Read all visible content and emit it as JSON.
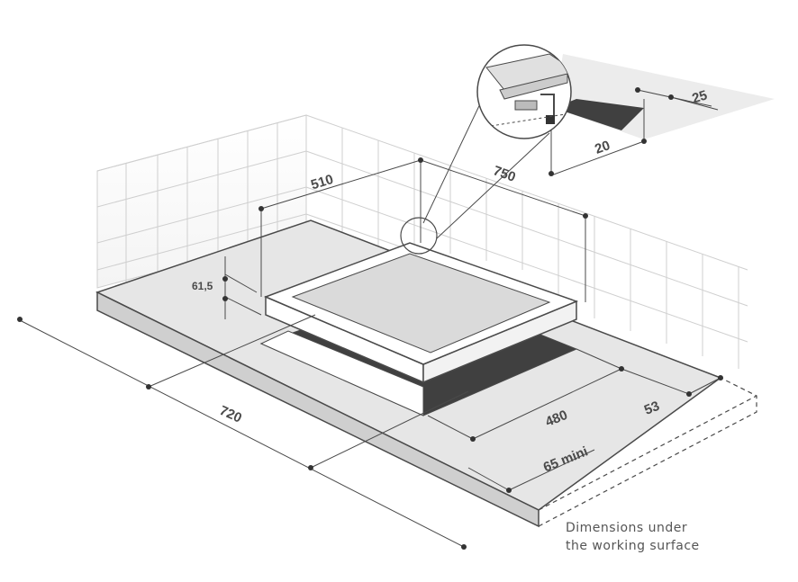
{
  "dimensions": {
    "hob_depth": "510",
    "hob_width": "750",
    "hob_height": "61,5",
    "cutout_width": "720",
    "cutout_depth": "480",
    "rear_clearance": "53",
    "front_clearance": "65 mini",
    "inset_depth": "25",
    "inset_height": "20"
  },
  "caption": {
    "line1": "Dimensions under",
    "line2": "the working surface"
  },
  "colors": {
    "line": "#4a4a4a",
    "tile": "#cfcfcf",
    "counter_top": "#e4e4e4",
    "counter_side": "#d0d0d0",
    "cutout": "#404040",
    "hob_glass": "#d9d9d9"
  }
}
